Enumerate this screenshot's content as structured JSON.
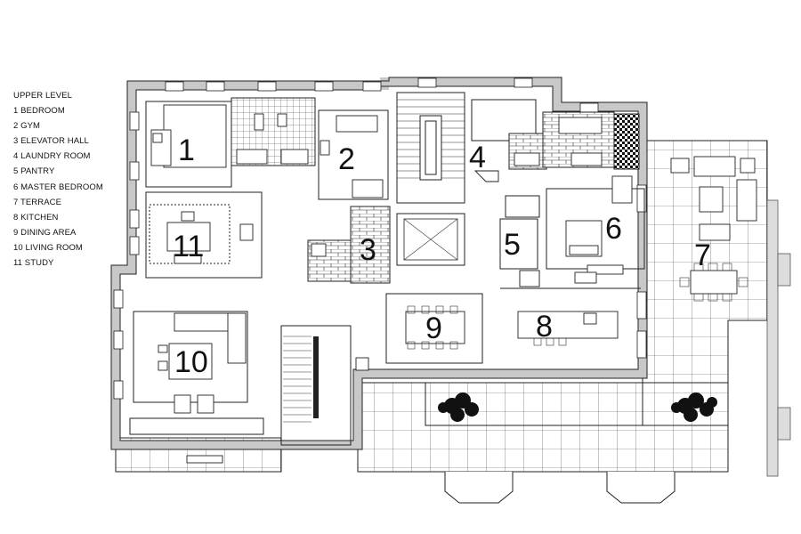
{
  "legend": {
    "title": "UPPER LEVEL",
    "items": [
      "1 BEDROOM",
      "2 GYM",
      "3 ELEVATOR HALL",
      "4 LAUNDRY ROOM",
      "5 PANTRY",
      "6 MASTER BEDROOM",
      "7 TERRACE",
      "8 KITCHEN",
      "9 DINING AREA",
      "10 LIVING ROOM",
      "11 STUDY"
    ]
  },
  "room_labels": [
    "1",
    "2",
    "3",
    "4",
    "5",
    "6",
    "7",
    "8",
    "9",
    "10",
    "11"
  ],
  "colors": {
    "wall_fill": "#c8c8c8",
    "line": "#222222",
    "background": "#ffffff"
  }
}
